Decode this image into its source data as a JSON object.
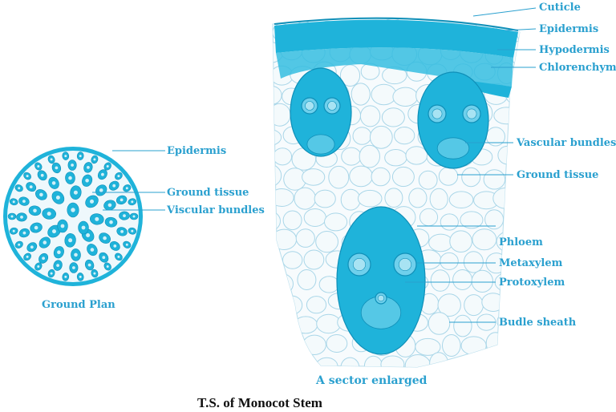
{
  "colors": {
    "tissue": "#1fb3da",
    "tissue_dark": "#0f8fb8",
    "cell_fill": "#f4fafc",
    "cell_stroke": "#a9d6e8",
    "label": "#2aa0cf",
    "title": "#111111"
  },
  "ground_plan": {
    "caption": "Ground Plan",
    "labels": {
      "epidermis": "Epidermis",
      "ground_tissue": "Ground tissue",
      "vascular_bundles": "Viscular bundles"
    }
  },
  "sector": {
    "caption": "A sector enlarged",
    "labels": {
      "cuticle": "Cuticle",
      "epidermis": "Epidermis",
      "hypodermis": "Hypodermis",
      "chlorenchyma": "Chlorenchyma",
      "vascular_bundles": "Vascular bundles",
      "ground_tissue": "Ground tissue",
      "phloem": "Phloem",
      "metaxylem": "Metaxylem",
      "protoxylem": "Protoxylem",
      "bundle_sheath": "Budle sheath"
    }
  },
  "figure_title": "T.S. of Monocot Stem"
}
